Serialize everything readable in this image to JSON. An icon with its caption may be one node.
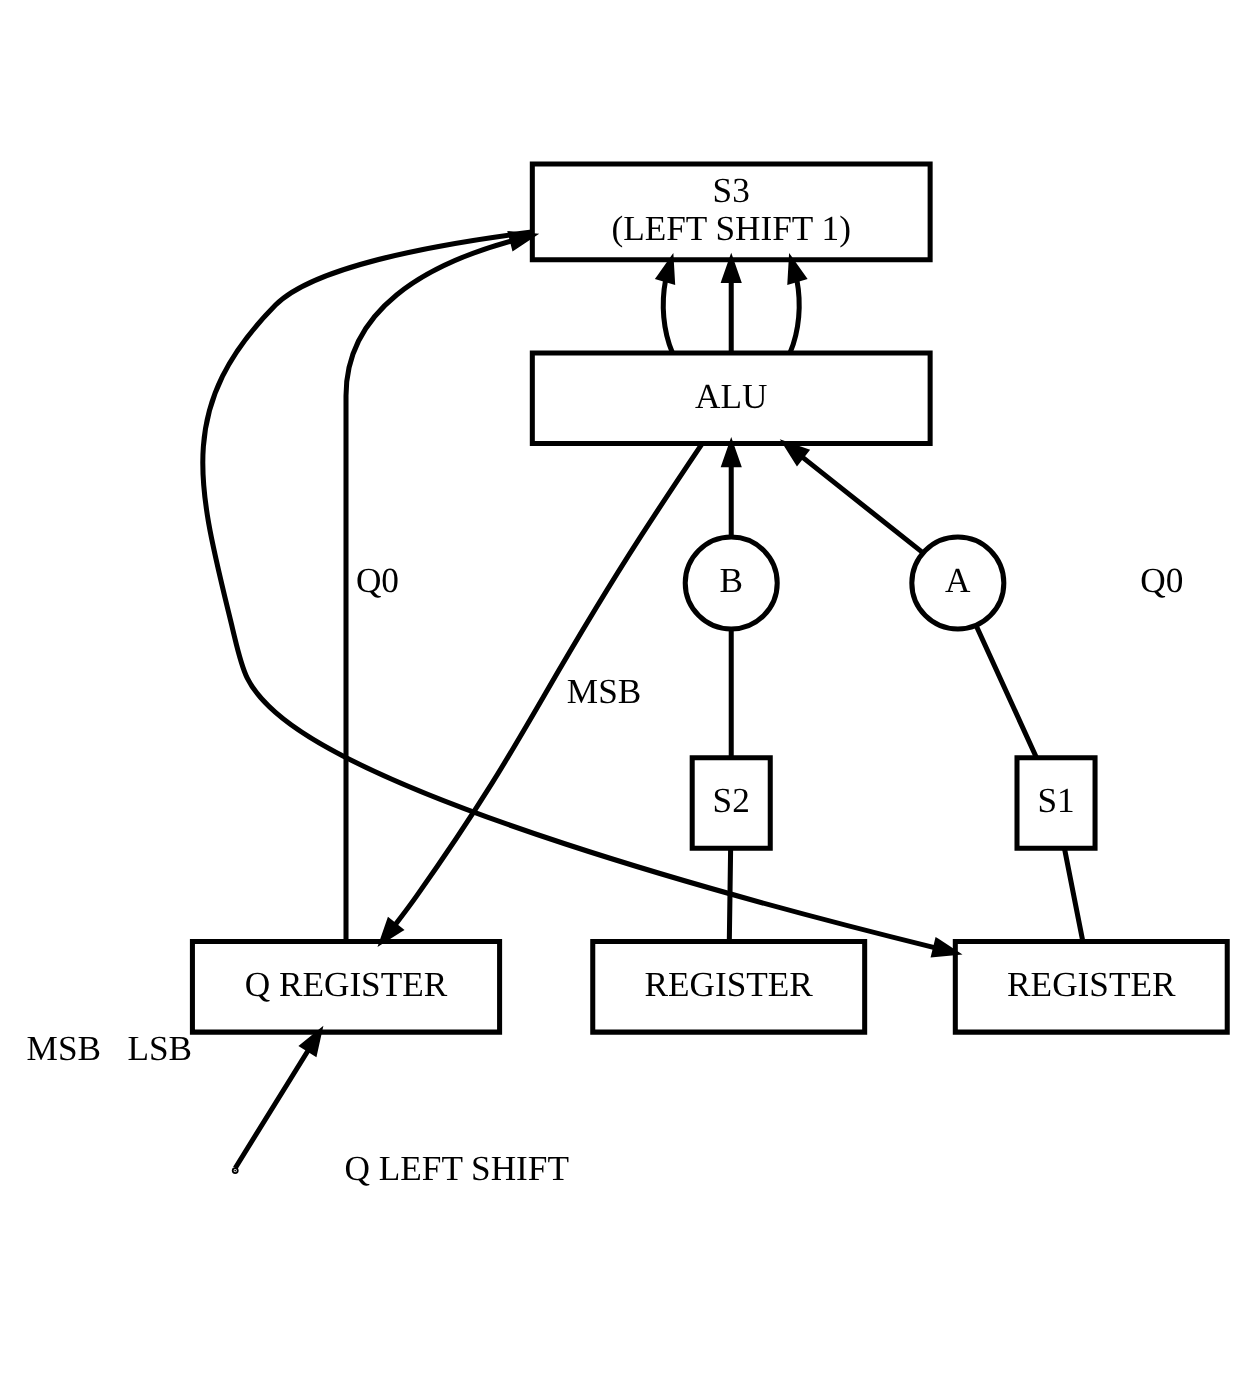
{
  "diagram": {
    "nodes": [
      {
        "text": [
          "S3",
          "(LEFT SHIFT 1)"
        ]
      },
      {
        "text": [
          "ALU"
        ]
      },
      {
        "text": [
          "A"
        ]
      },
      {
        "text": [
          "B"
        ]
      },
      {
        "text": [
          "S1"
        ]
      },
      {
        "text": [
          "S2"
        ]
      },
      {
        "text": [
          "REGISTER"
        ]
      },
      {
        "text": [
          "REGISTER"
        ]
      },
      {
        "text": [
          "Q REGISTER"
        ],
        "beside": [
          "MSB",
          "LSB"
        ]
      }
    ],
    "edges": [
      {
        "from": 1,
        "to": 0,
        "arrow": "to"
      },
      {
        "from": 1,
        "to": 0,
        "arrow": "to"
      },
      {
        "from": 1,
        "to": 0,
        "arrow": "to"
      },
      {
        "from": 8,
        "to": 0,
        "arrow": "to",
        "label": "Q0"
      },
      {
        "from": 1,
        "to": 8,
        "arrow": "to",
        "label": "MSB"
      },
      {
        "from": 0,
        "to": 6,
        "arrow": "to"
      },
      {
        "from": 2,
        "to": 1,
        "arrow": "to"
      },
      {
        "from": 3,
        "to": 1,
        "arrow": "to"
      },
      {
        "from": 4,
        "to": 2,
        "arrow": "none"
      },
      {
        "from": 5,
        "to": 3,
        "arrow": "none"
      },
      {
        "from": 6,
        "to": 4,
        "arrow": "none"
      },
      {
        "from": 7,
        "to": 5,
        "arrow": "none"
      },
      {
        "from": null,
        "to": 8,
        "arrow": "to"
      }
    ],
    "labels": [
      "Q0",
      "Q LEFT SHIFT"
    ]
  }
}
